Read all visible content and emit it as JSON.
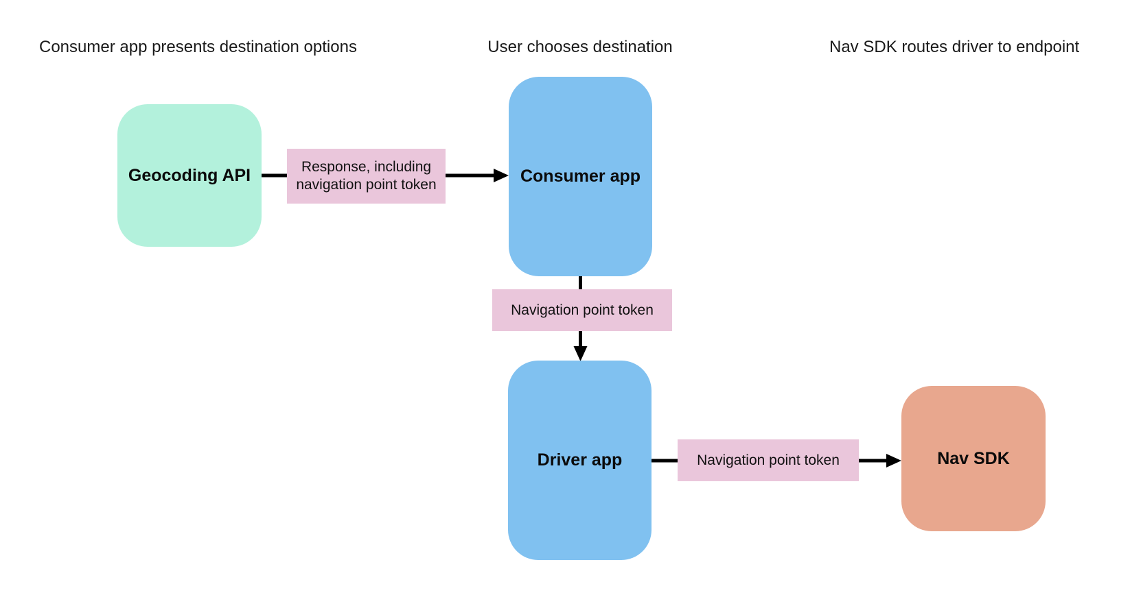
{
  "diagram": {
    "background": "#ffffff",
    "arrow_color": "#000000",
    "edge_label_fill": "#EAC6DB",
    "stage_labels": [
      "Consumer app presents destination options",
      "User chooses destination",
      "Nav SDK routes driver to endpoint"
    ],
    "nodes": [
      {
        "id": "geocoding-api",
        "label": "Geocoding API",
        "fill": "#B3F1DC"
      },
      {
        "id": "consumer-app",
        "label": "Consumer app",
        "fill": "#80C1F0"
      },
      {
        "id": "driver-app",
        "label": "Driver app",
        "fill": "#80C1F0"
      },
      {
        "id": "nav-sdk",
        "label": "Nav SDK",
        "fill": "#E8A78E"
      }
    ],
    "edges": [
      {
        "from": "geocoding-api",
        "to": "consumer-app",
        "label": "Response, including navigation point token"
      },
      {
        "from": "consumer-app",
        "to": "driver-app",
        "label": "Navigation point token"
      },
      {
        "from": "driver-app",
        "to": "nav-sdk",
        "label": "Navigation point token"
      }
    ]
  }
}
